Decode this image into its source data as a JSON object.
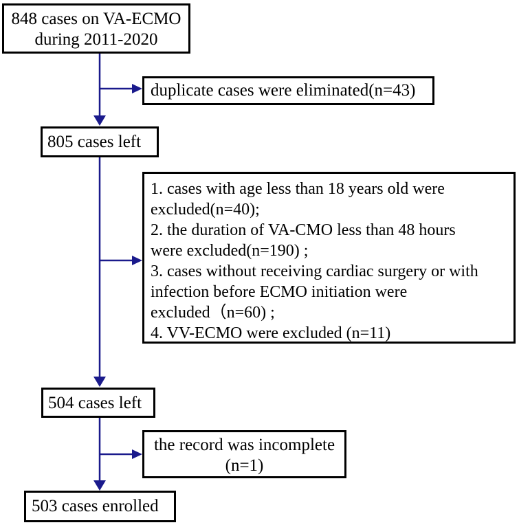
{
  "boxes": {
    "start": {
      "lines": [
        "848 cases  on VA-ECMO",
        "during 2011-2020"
      ]
    },
    "exclusion1": {
      "lines": [
        "duplicate cases were eliminated(n=43)"
      ]
    },
    "left805": {
      "lines": [
        "805 cases left"
      ]
    },
    "exclusion2": {
      "lines": [
        "1. cases with age less than 18 years old were",
        "excluded(n=40);",
        "2. the duration of VA-CMO less than 48 hours",
        "were excluded(n=190) ;",
        "3. cases without receiving cardiac surgery or with",
        "infection before  ECMO initiation were",
        "excluded（n=60) ;",
        "4.  VV-ECMO were excluded (n=11)"
      ]
    },
    "left504": {
      "lines": [
        "504 cases left"
      ]
    },
    "exclusion3": {
      "lines": [
        "the record was incomplete",
        "(n=1)"
      ]
    },
    "enrolled": {
      "lines": [
        "503 cases enrolled"
      ]
    }
  },
  "colors": {
    "arrow": "#1a1a8c",
    "border": "#000000"
  }
}
